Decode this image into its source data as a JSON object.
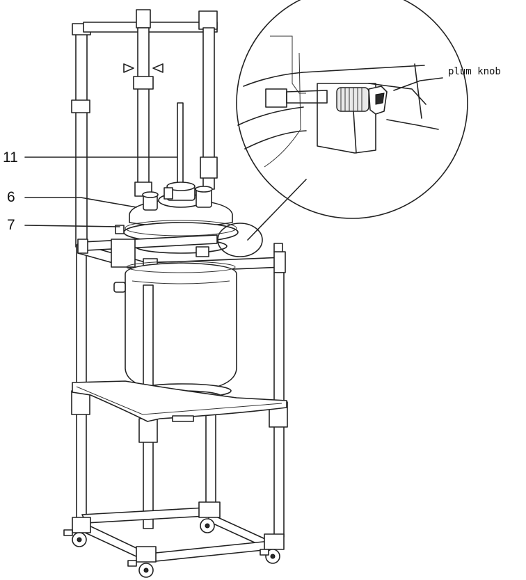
{
  "figure": {
    "callouts": {
      "label_11": "11",
      "label_6": "6",
      "label_7": "7"
    },
    "detail": {
      "knob_label": "plum knob"
    }
  }
}
